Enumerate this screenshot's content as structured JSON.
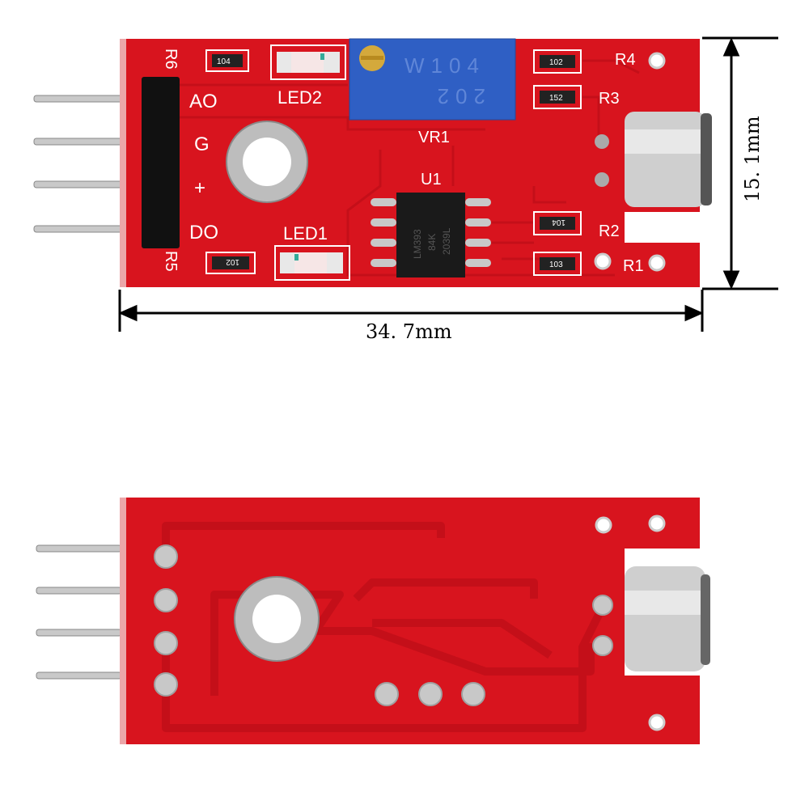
{
  "colors": {
    "pcb": "#d8141e",
    "pcb_dark": "#b20d16",
    "trace": "#c40f19",
    "silkscreen": "#ffffff",
    "header": "#111111",
    "pot": "#2f5fc4",
    "chip": "#1a1a1a",
    "metal": "#c8c8c8"
  },
  "front": {
    "pin_labels": [
      "AO",
      "G",
      "+",
      "DO"
    ],
    "ref_labels": {
      "r6": "R6",
      "r5": "R5",
      "r4": "R4",
      "r3": "R3",
      "r2": "R2",
      "r1": "R1",
      "led1": "LED1",
      "led2": "LED2",
      "vr1": "VR1",
      "u1": "U1"
    },
    "resistor_codes": {
      "r6": "104",
      "r5": "102",
      "r4": "102",
      "r3": "152",
      "r2": "104",
      "r1": "103"
    },
    "pot_marking": [
      "W104",
      "202"
    ],
    "chip_marking": [
      "LM393",
      "84K",
      "2039L"
    ]
  },
  "dimensions": {
    "width": "34. 7mm",
    "height": "15. 1mm"
  }
}
